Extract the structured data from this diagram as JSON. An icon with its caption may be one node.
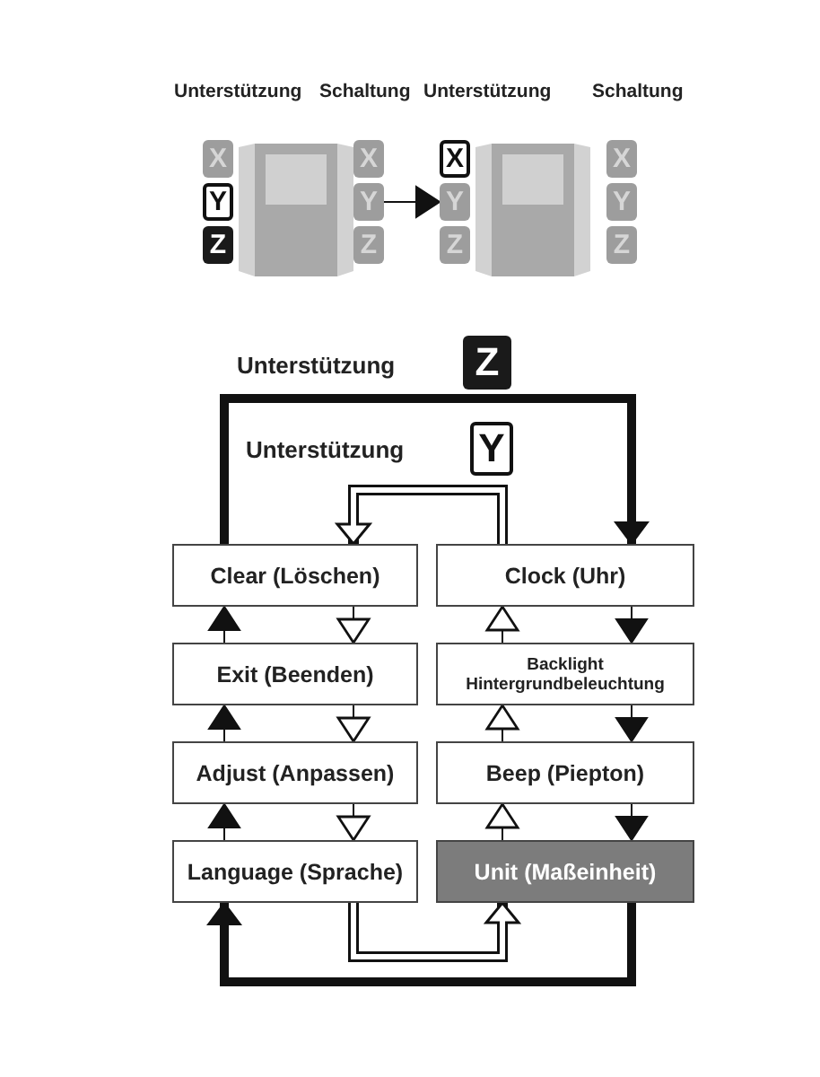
{
  "diagram": {
    "nodes": [
      {
        "text": [
          "X"
        ]
      },
      {
        "text": [
          "Y"
        ]
      },
      {
        "text": [
          "Z"
        ]
      },
      {
        "text": [
          "X"
        ]
      },
      {
        "text": [
          "Y"
        ]
      },
      {
        "text": [
          "Z"
        ]
      },
      {
        "text": [
          "X"
        ]
      },
      {
        "text": [
          "Y"
        ]
      },
      {
        "text": [
          "Z"
        ]
      },
      {
        "text": [
          "X"
        ]
      },
      {
        "text": [
          "Y"
        ]
      },
      {
        "text": [
          "Z"
        ]
      },
      {
        "text": [
          "Z"
        ]
      },
      {
        "text": [
          "Y"
        ]
      },
      {
        "text": [
          "Clear (Löschen)"
        ]
      },
      {
        "text": [
          "Clock (Uhr)"
        ]
      },
      {
        "text": [
          "Exit (Beenden)"
        ]
      },
      {
        "text": [
          "Backlight Hintergrundbeleuchtung"
        ]
      },
      {
        "text": [
          "Adjust (Anpassen)"
        ]
      },
      {
        "text": [
          "Beep (Piepton)"
        ]
      },
      {
        "text": [
          "Language (Sprache)"
        ]
      },
      {
        "text": [
          "Unit (Maßeinheit)"
        ]
      }
    ],
    "edges": [
      {
        "from": 4,
        "to": 7,
        "arrow": "to"
      },
      {
        "from": 14,
        "to": 15,
        "arrow": "to",
        "label": "Unterstützung",
        "style": "thick"
      },
      {
        "from": 15,
        "to": 14,
        "arrow": "to",
        "label": "Unterstützung",
        "style": "thick"
      },
      {
        "from": 16,
        "to": 14,
        "arrow": "to"
      },
      {
        "from": 14,
        "to": 16,
        "arrow": "to"
      },
      {
        "from": 18,
        "to": 16,
        "arrow": "to"
      },
      {
        "from": 16,
        "to": 18,
        "arrow": "to"
      },
      {
        "from": 20,
        "to": 18,
        "arrow": "to"
      },
      {
        "from": 18,
        "to": 20,
        "arrow": "to"
      },
      {
        "from": 17,
        "to": 15,
        "arrow": "to"
      },
      {
        "from": 15,
        "to": 17,
        "arrow": "to"
      },
      {
        "from": 19,
        "to": 17,
        "arrow": "to"
      },
      {
        "from": 17,
        "to": 19,
        "arrow": "to"
      },
      {
        "from": 21,
        "to": 19,
        "arrow": "to"
      },
      {
        "from": 19,
        "to": 21,
        "arrow": "to"
      },
      {
        "from": 20,
        "to": 21,
        "arrow": "to",
        "style": "thick"
      },
      {
        "from": 21,
        "to": 20,
        "arrow": "to",
        "style": "thick"
      }
    ],
    "labels": [
      "Unterstützung",
      "Schaltung",
      "Unterstützung",
      "Schaltung"
    ]
  }
}
